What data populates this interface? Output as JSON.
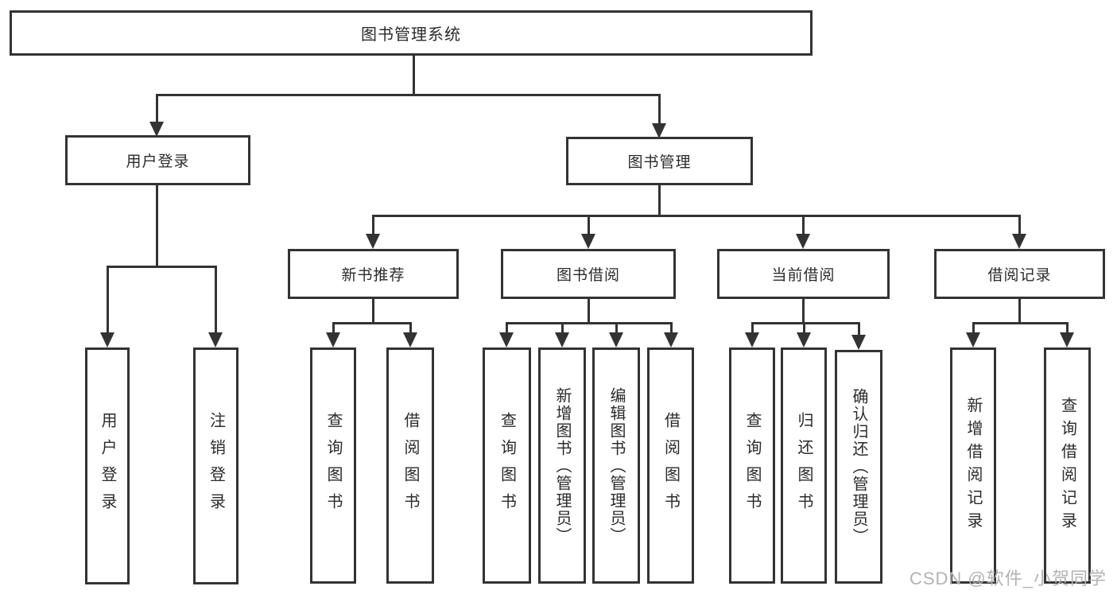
{
  "diagram": {
    "root": "图书管理系统",
    "level2": {
      "user_login": "用户登录",
      "book_management": "图书管理"
    },
    "level3": {
      "new_book_recommendation": "新书推荐",
      "book_borrowing": "图书借阅",
      "current_borrowing": "当前借阅",
      "borrowing_records": "借阅记录"
    },
    "leaves": {
      "login": "用户登录",
      "logout": "注销登录",
      "recommend_query_books": "查询图书",
      "recommend_borrow_books": "借阅图书",
      "borrow_query_books": "查询图书",
      "borrow_add_books_admin": "新增图书（管理员）",
      "borrow_edit_books_admin": "编辑图书（管理员）",
      "borrow_borrow_books": "借阅图书",
      "current_query_books": "查询图书",
      "current_return_books": "归还图书",
      "current_confirm_return_admin": "确认归还（管理员）",
      "records_add_record": "新增借阅记录",
      "records_query_record": "查询借阅记录"
    },
    "watermark": "CSDN @软件_小贺同学",
    "colors": {
      "line": "#333333",
      "text": "#2b2b2b",
      "watermark": "#b3b3b3",
      "background": "#ffffff"
    }
  }
}
